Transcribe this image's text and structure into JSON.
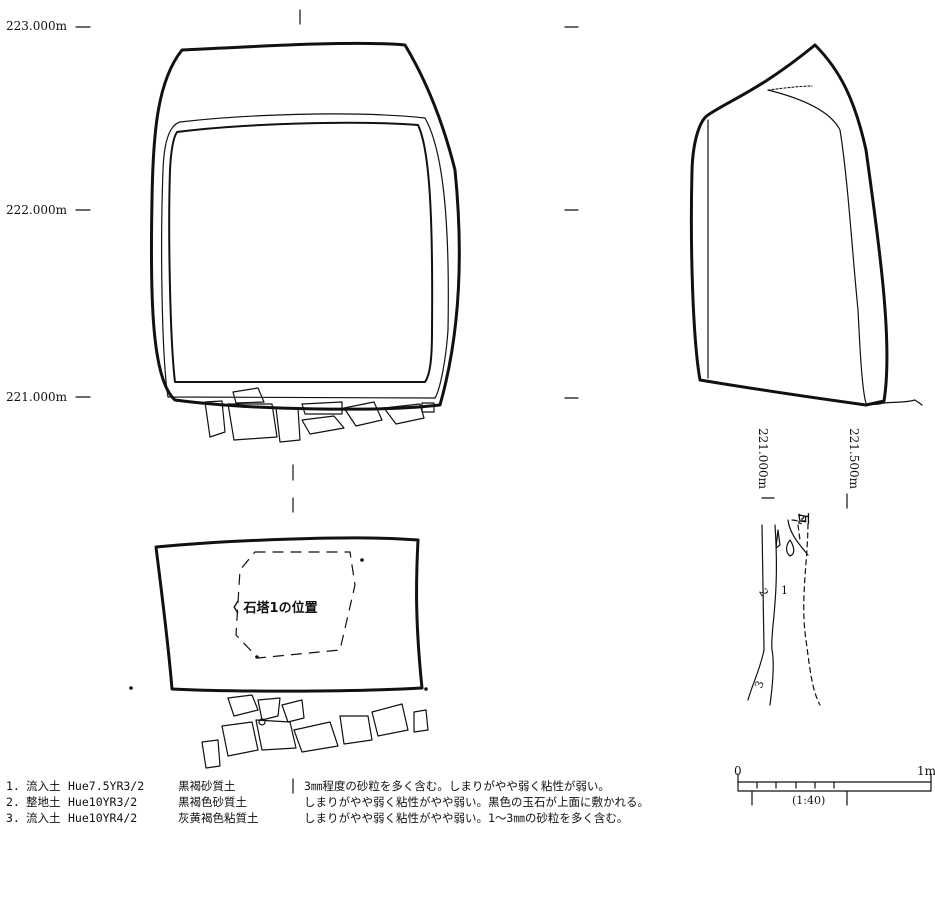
{
  "elevations": {
    "e223": "223.000m",
    "e222": "222.000m",
    "e221": "221.000m"
  },
  "section": {
    "left_level": "221.000m",
    "right_level": "221.500m",
    "tile_mark": "瓦",
    "layers": [
      "1",
      "2",
      "3"
    ]
  },
  "plan": {
    "annotation": "石塔1の位置"
  },
  "legend": [
    {
      "num": "1.",
      "name": "流入土",
      "hue": "Hue7.5YR3/2",
      "soil": "黒褐砂質土",
      "desc": "3㎜程度の砂粒を多く含む。しまりがやや弱く粘性が弱い。"
    },
    {
      "num": "2.",
      "name": "整地土",
      "hue": "Hue10YR3/2",
      "soil": "黒褐色砂質土",
      "desc": "しまりがやや弱く粘性がやや弱い。黒色の玉石が上面に敷かれる。"
    },
    {
      "num": "3.",
      "name": "流入土",
      "hue": "Hue10YR4/2",
      "soil": "灰黄褐色粘質土",
      "desc": "しまりがやや弱く粘性がやや弱い。1～3㎜の砂粒を多く含む。"
    }
  ],
  "scale": {
    "start": "0",
    "end": "1m",
    "ratio": "(1:40)"
  }
}
